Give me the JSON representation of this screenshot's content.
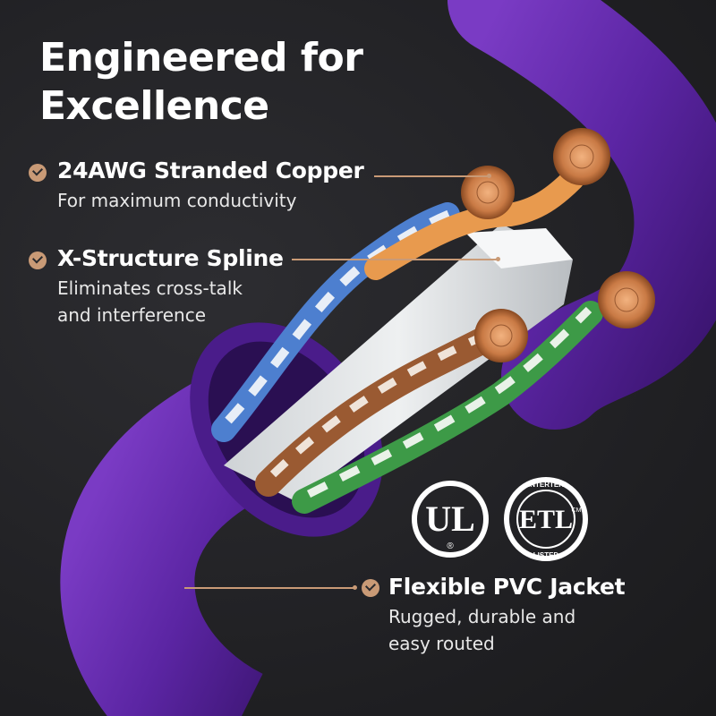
{
  "headline": {
    "line1": "Engineered for",
    "line2": "Excellence"
  },
  "features": [
    {
      "title": "24AWG Stranded Copper",
      "desc": [
        "For maximum conductivity"
      ]
    },
    {
      "title": "X-Structure Spline",
      "desc": [
        "Eliminates cross-talk",
        "and interference"
      ]
    },
    {
      "title": "Flexible PVC Jacket",
      "desc": [
        "Rugged, durable and",
        "easy routed"
      ]
    }
  ],
  "certifications": {
    "ul": {
      "mark": "UL",
      "registered": "®"
    },
    "etl": {
      "mark": "ETL",
      "top": "INTERTEK",
      "bottom": "LISTED",
      "sup": "CM"
    }
  },
  "colors": {
    "accent": "#c99a76",
    "jacket": "#5a2aa0",
    "background": "#232326"
  },
  "icons": [
    "check-bullet-icon",
    "ul-logo",
    "etl-logo"
  ]
}
